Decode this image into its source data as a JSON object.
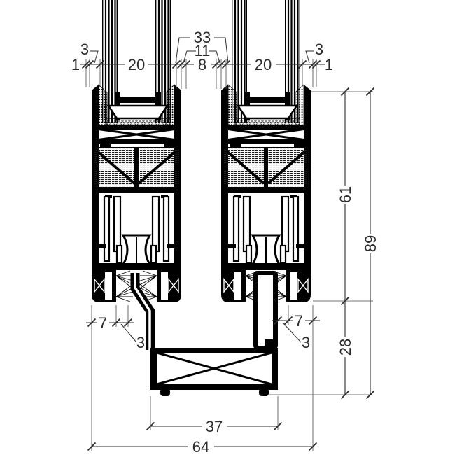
{
  "drawing": {
    "colors": {
      "ink": "#000000",
      "dim_ink": "#2b2b2b",
      "background": "#ffffff"
    },
    "dims": {
      "top": {
        "clearance_left_1": "1",
        "gasket_left_3": "3",
        "glass_left_20": "20",
        "interlock_33": "33",
        "interlock_11": "11",
        "interlock_8": "8",
        "glass_right_20": "20",
        "gasket_right_3": "3",
        "clearance_right_1": "1"
      },
      "side": {
        "sash_height_61": "61",
        "overall_height_89": "89",
        "track_height_28": "28"
      },
      "lower_left": {
        "gasket_7": "7",
        "clearance_3": "3"
      },
      "lower_right": {
        "gasket_7": "7",
        "clearance_3": "3"
      },
      "bottom": {
        "track_width_37": "37",
        "overall_width_64": "64"
      }
    }
  }
}
